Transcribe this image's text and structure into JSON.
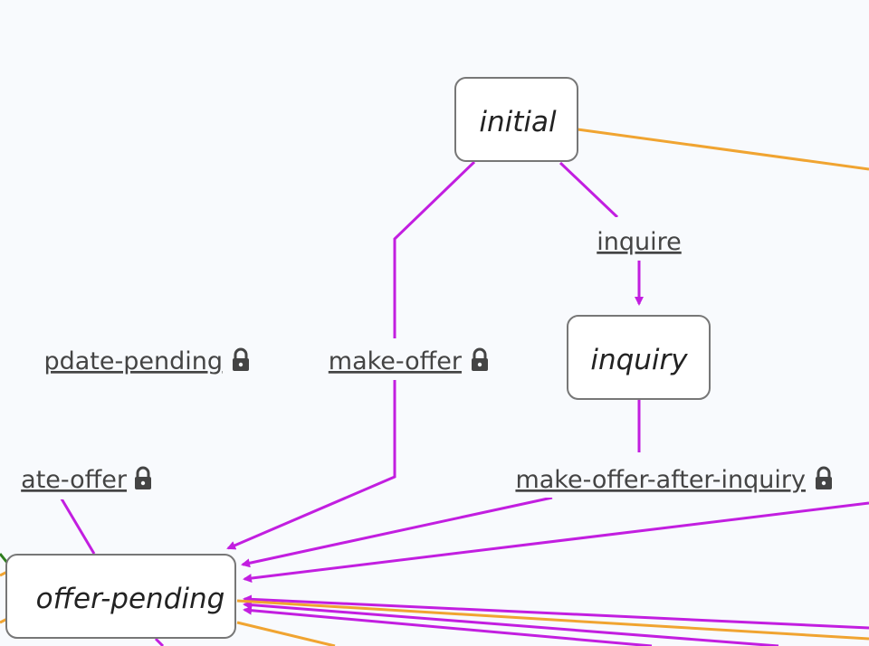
{
  "colors": {
    "background": "#f8fafd",
    "purple_edge": "#c21ee0",
    "orange_edge": "#f0a431",
    "green_edge": "#2e7d1e",
    "node_border": "#777777",
    "node_fill": "#ffffff"
  },
  "nodes": {
    "initial": "initial",
    "inquiry": "inquiry",
    "offer_pending": "offer-pending"
  },
  "edge_labels": {
    "inquire": "inquire",
    "make_offer": "make-offer",
    "make_offer_after_inquiry": "make-offer-after-inquiry",
    "update_pending": "pdate-pending",
    "update_offer": "ate-offer"
  },
  "icons": {
    "lock": "lock-icon"
  }
}
